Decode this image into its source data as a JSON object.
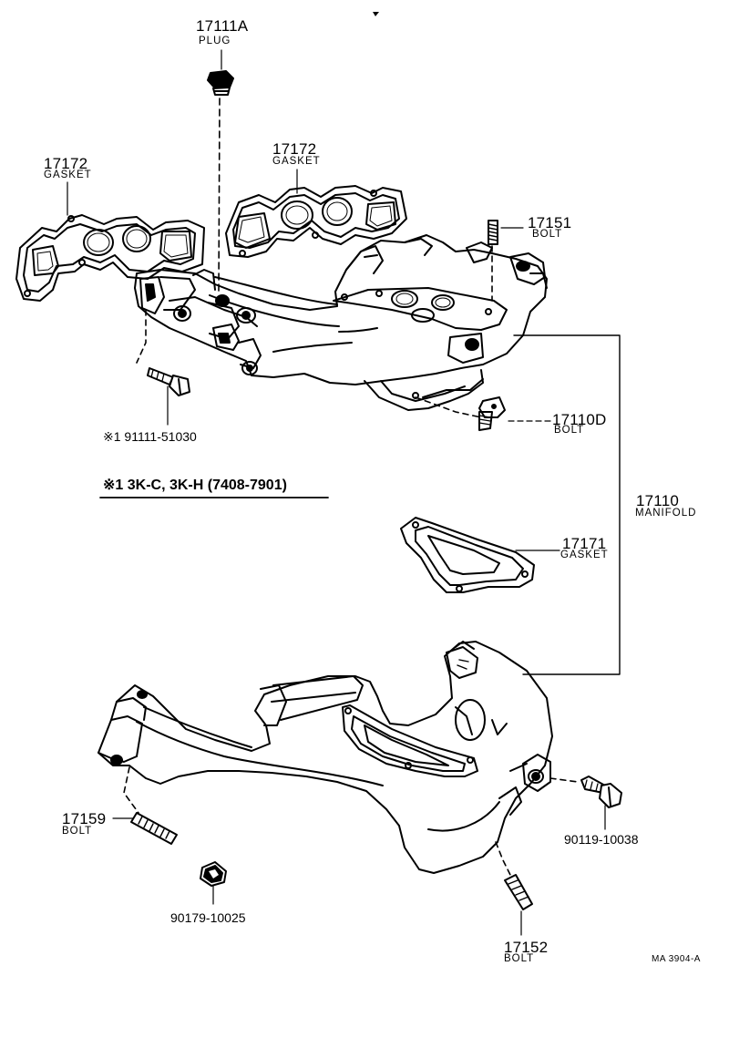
{
  "parts": {
    "plug": {
      "number": "17111A",
      "name": "PLUG"
    },
    "gasket_left": {
      "number": "17172",
      "name": "GASKET"
    },
    "gasket_right": {
      "number": "17172",
      "name": "GASKET"
    },
    "bolt_17151": {
      "number": "17151",
      "name": "BOLT"
    },
    "bolt_17110d": {
      "number": "17110D",
      "name": "BOLT"
    },
    "bolt_91111": {
      "number": "※1 91111-51030"
    },
    "manifold": {
      "number": "17110",
      "name": "MANIFOLD"
    },
    "gasket_17171": {
      "number": "17171",
      "name": "GASKET"
    },
    "bolt_17159": {
      "number": "17159",
      "name": "BOLT"
    },
    "bolt_90119": {
      "number": "90119-10038"
    },
    "nut_90179": {
      "number": "90179-10025"
    },
    "bolt_17152": {
      "number": "17152",
      "name": "BOLT"
    }
  },
  "note": "※1 3K-C, 3K-H (7408-7901)",
  "drawing_ref": "MA 3904-A"
}
